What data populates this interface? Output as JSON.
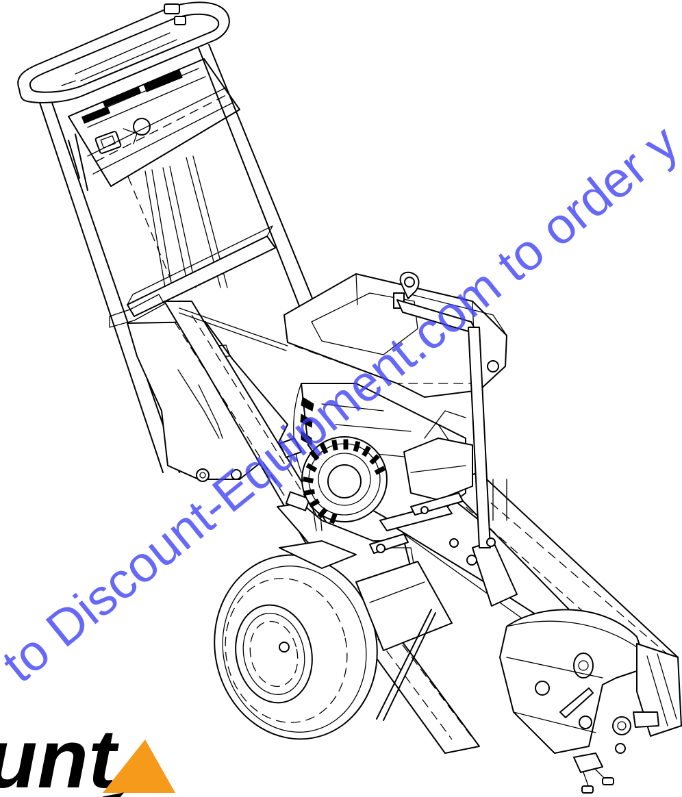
{
  "watermark": {
    "text": "to Discount-Equipment.com to order y",
    "color": "#3b3ff5"
  },
  "logo": {
    "text": "unt",
    "accent_color": "#f59a1b"
  },
  "icons": [
    "stump-grinder-illustration",
    "wheel-icon",
    "engine-icon",
    "handlebar-icon",
    "cutter-guard-icon",
    "logo-arrow-icon"
  ]
}
